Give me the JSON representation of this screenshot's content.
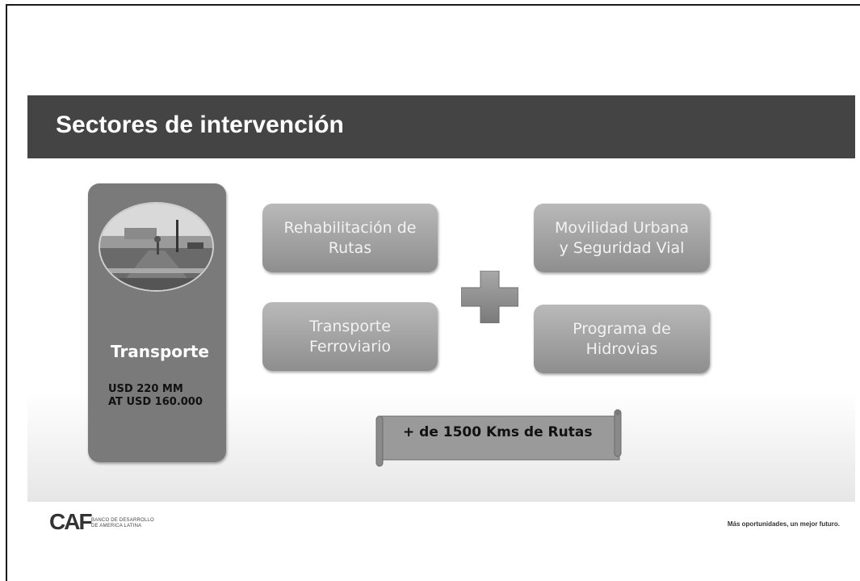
{
  "slide": {
    "title": "Sectores de intervención"
  },
  "transport": {
    "name": "Transporte",
    "amount_line1": "USD 220 MM",
    "amount_line2": "AT USD 160.000"
  },
  "sector_boxes": [
    {
      "label": "Rehabilitación de\nRutas"
    },
    {
      "label": "Transporte\nFerroviario"
    },
    {
      "label": "Movilidad Urbana\ny Seguridad Vial"
    },
    {
      "label": "Programa de\nHidrovias"
    }
  ],
  "routes_banner": {
    "label": "+ de 1500 Kms de Rutas"
  },
  "footer": {
    "logo_text": "CAF",
    "logo_line1": "BANCO DE DESARROLLO",
    "logo_line2": "DE AMERICA LATINA",
    "tagline": "Más oportunidades, un mejor futuro."
  },
  "colors": {
    "title_bar": "#444444",
    "panel": "#7a7a7a",
    "box_top": "#b9b9b9",
    "box_bottom": "#8e8e8e"
  }
}
